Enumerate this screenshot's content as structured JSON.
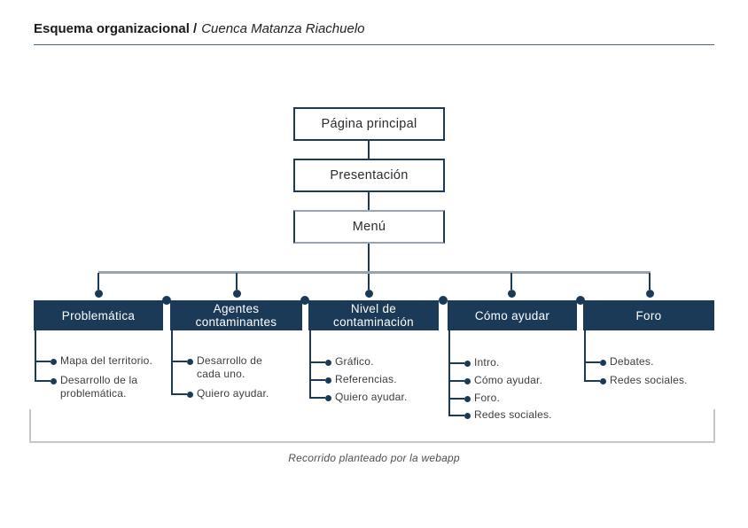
{
  "header": {
    "title_bold": "Esquema organizacional /",
    "title_italic": "Cuenca Matanza Riachuelo"
  },
  "flow": {
    "nodes": [
      "Página principal",
      "Presentación",
      "Menú"
    ]
  },
  "branches": [
    {
      "label": "Problemática",
      "items": [
        "Mapa del territorio.",
        "Desarrollo de la\nproblemática."
      ]
    },
    {
      "label": "Agentes\ncontaminantes",
      "items": [
        "Desarrollo de\ncada uno.",
        "Quiero ayudar."
      ]
    },
    {
      "label": "Nivel de\ncontaminación",
      "items": [
        "Gráfico.",
        "Referencias.",
        "Quiero ayudar."
      ]
    },
    {
      "label": "Cómo ayudar",
      "items": [
        "Intro.",
        "Cómo ayudar.",
        "Foro.",
        "Redes sociales."
      ]
    },
    {
      "label": "Foro",
      "items": [
        "Debates.",
        "Redes sociales."
      ]
    }
  ],
  "caption": "Recorrido planteado por la webapp",
  "colors": {
    "navy": "#1b3a57",
    "gray_connector": "#97a3b0",
    "bracket_gray": "#c6c6c6",
    "title_rule": "#44607a",
    "bullet_text": "#3c3c3c"
  }
}
